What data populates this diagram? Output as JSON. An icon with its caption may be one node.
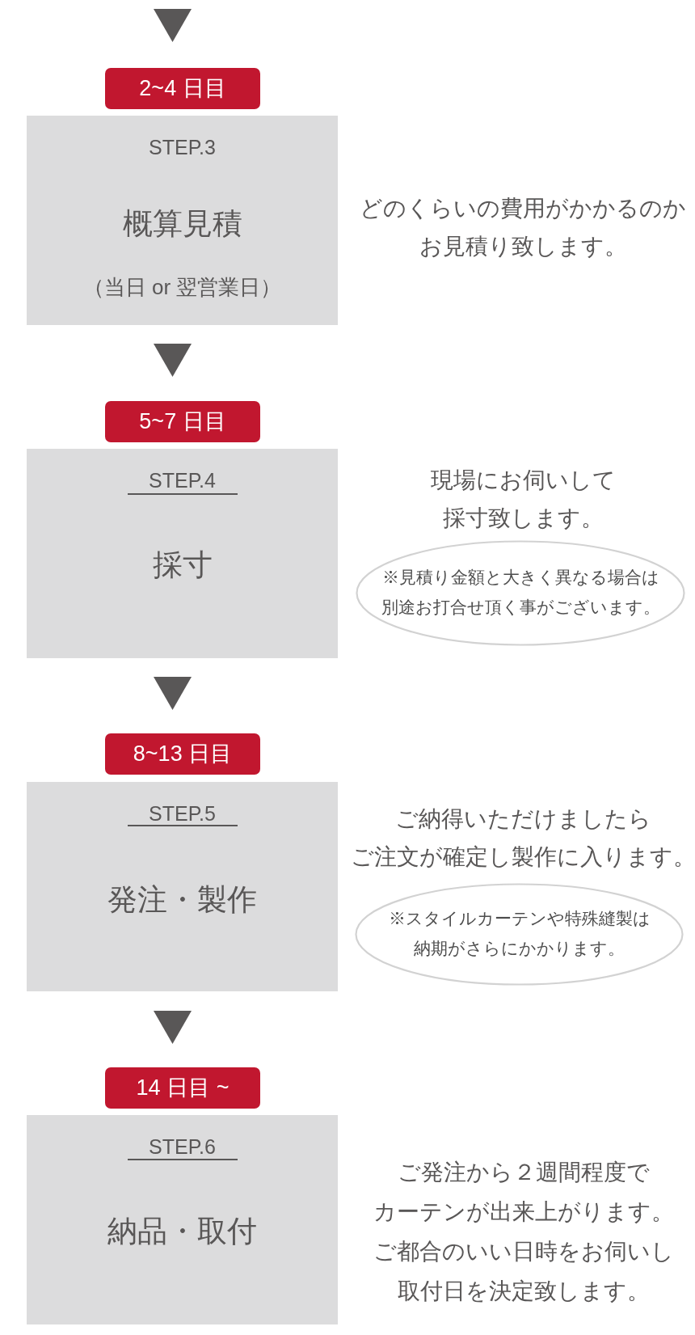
{
  "diagram": {
    "nodes": [
      {
        "text": [
          "2~4 日目"
        ]
      },
      {
        "text": [
          "STEP.3",
          "概算見積",
          "（当日 or 翌営業日）"
        ],
        "beside": [
          "どのくらいの費用がかかるのかお見積り致します。"
        ]
      },
      {
        "text": [
          "5~7 日目"
        ]
      },
      {
        "text": [
          "STEP.4",
          "採寸"
        ]
      },
      {
        "text": [
          "※見積り金額と大きく異なる場合は別途お打合せ頂く事がございます。"
        ]
      },
      {
        "text": [
          "8~13 日目"
        ]
      },
      {
        "text": [
          "STEP.5",
          "発注・製作"
        ],
        "beside": [
          "ご納得いただけましたらご注文が確定し製作に入ります。"
        ]
      },
      {
        "text": [
          "※スタイルカーテンや特殊縫製は納期がさらにかかります。"
        ]
      },
      {
        "text": [
          "14 日目 ~"
        ]
      },
      {
        "text": [
          "STEP.6",
          "納品・取付"
        ],
        "beside": [
          "ご発注から２週間程度でカーテンが出来上がります。ご都合のいい日時をお伺いし取付日を決定致します。"
        ]
      }
    ],
    "edges": [
      {
        "from": null,
        "to": 0,
        "arrow": "to"
      },
      {
        "from": 1,
        "to": 2,
        "arrow": "to"
      },
      {
        "from": 3,
        "to": 5,
        "arrow": "to"
      },
      {
        "from": 6,
        "to": 8,
        "arrow": "to"
      }
    ],
    "labels": [
      "現場にお伺いして採寸致します。"
    ]
  }
}
